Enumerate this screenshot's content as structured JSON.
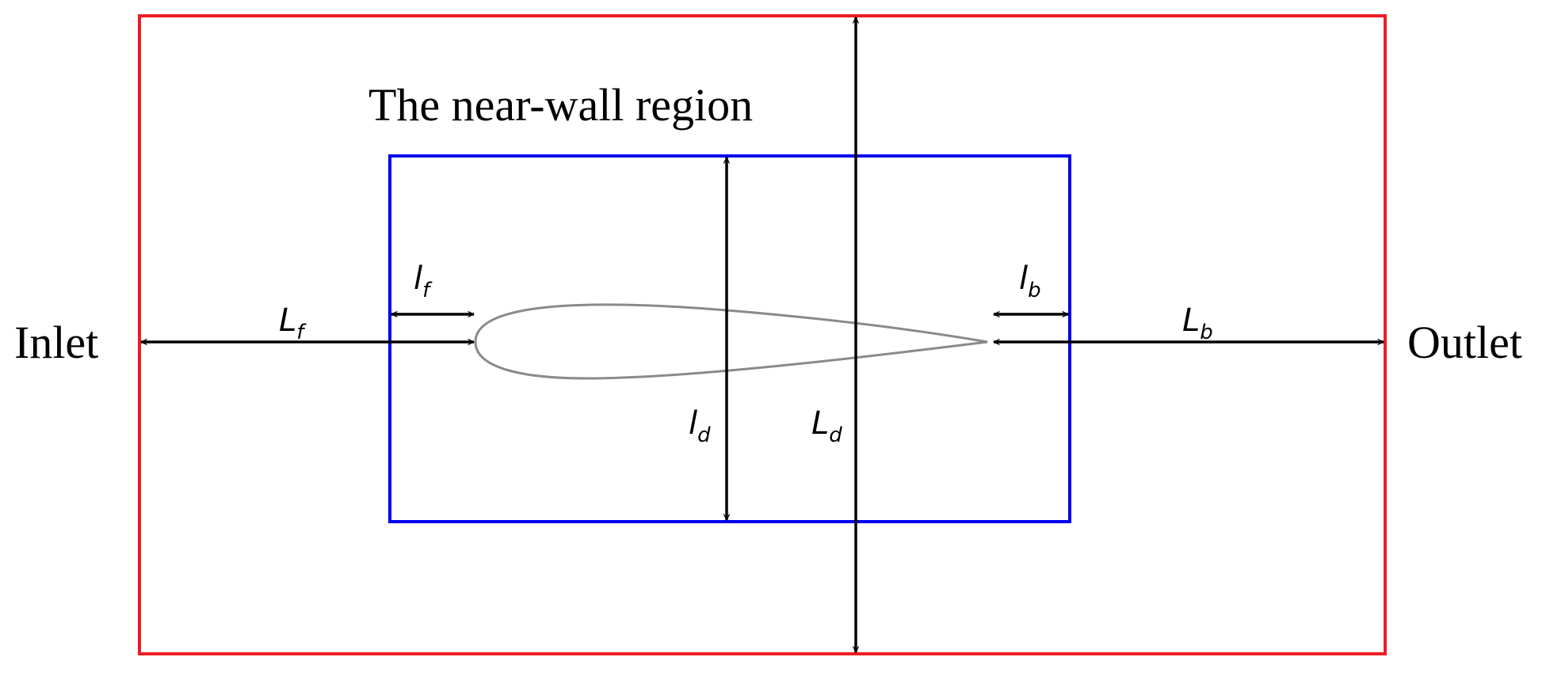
{
  "labels": {
    "region_title": "The near-wall region",
    "inlet": "Inlet",
    "outlet": "Outlet"
  },
  "symbols": {
    "L_f": {
      "main": "L",
      "sub": "f"
    },
    "l_f": {
      "main": "l",
      "sub": "f"
    },
    "l_b": {
      "main": "l",
      "sub": "b"
    },
    "L_b": {
      "main": "L",
      "sub": "b"
    },
    "l_d": {
      "main": "l",
      "sub": "d"
    },
    "L_d": {
      "main": "L",
      "sub": "d"
    }
  },
  "colors": {
    "outer_domain": "#ee1c25",
    "near_wall_region": "#0000ee",
    "airfoil": "#8a8a8a",
    "dimension_lines": "#000000",
    "text": "#000000"
  }
}
